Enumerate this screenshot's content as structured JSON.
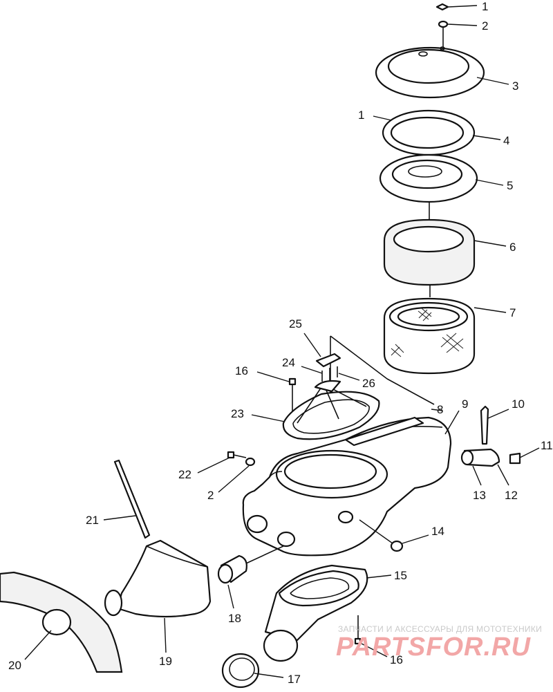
{
  "callouts": {
    "c1a": "1",
    "c2a": "2",
    "c3": "3",
    "c1b": "1",
    "c4": "4",
    "c5": "5",
    "c6": "6",
    "c7": "7",
    "c25": "25",
    "c24": "24",
    "c26": "26",
    "c16a": "16",
    "c23": "23",
    "c8": "8",
    "c9": "9",
    "c10": "10",
    "c11": "11",
    "c22": "22",
    "c2b": "2",
    "c13": "13",
    "c12": "12",
    "c21": "21",
    "c14": "14",
    "c15": "15",
    "c18": "18",
    "c20": "20",
    "c19": "19",
    "c16b": "16",
    "c17": "17"
  },
  "watermark": {
    "top_text": "ЗАПЧАСТИ И АКСЕССУАРЫ ДЛЯ МОТОТЕХНИКИ",
    "main_text": "PARTSFOR.RU"
  }
}
